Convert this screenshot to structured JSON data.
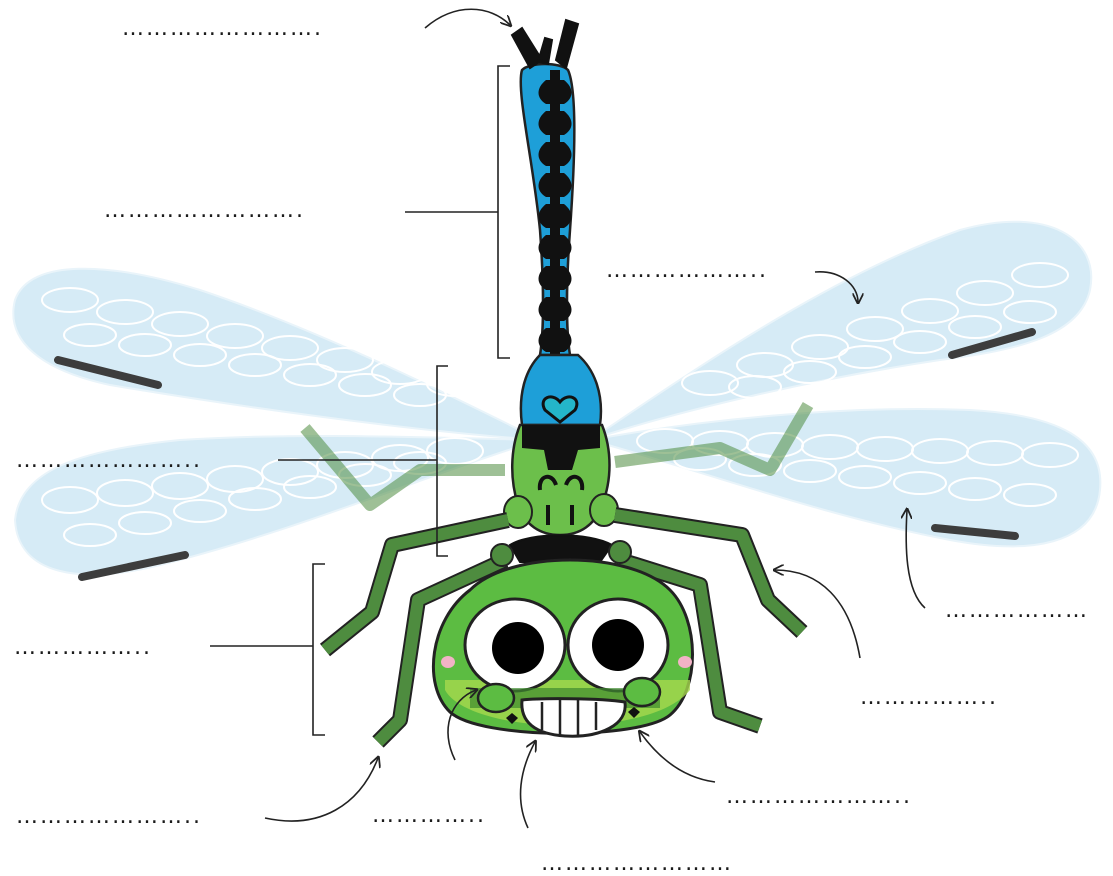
{
  "diagram": {
    "subject": "dragonfly",
    "colors": {
      "wing_fill": "#cfe8f4",
      "wing_vein": "#ffffff",
      "pterostigma": "#3d3d3d",
      "abdomen": "#1e9fd8",
      "body_dark": "#111111",
      "thorax_green": "#6cbf4b",
      "leg_green": "#4e8c3f",
      "head_green": "#5cbc42",
      "outline": "#222222",
      "leader_line": "#222222"
    },
    "labels": [
      {
        "id": "tail-appendages",
        "text": "……………………."
      },
      {
        "id": "abdomen",
        "text": "……………………."
      },
      {
        "id": "hind-wing",
        "text": "……………….."
      },
      {
        "id": "thorax",
        "text": "………………….."
      },
      {
        "id": "front-wing",
        "text": "………………"
      },
      {
        "id": "head",
        "text": "…………….."
      },
      {
        "id": "leg",
        "text": "…………….."
      },
      {
        "id": "foot",
        "text": "………………….."
      },
      {
        "id": "eye",
        "text": "………….."
      },
      {
        "id": "mouth",
        "text": "………………….."
      },
      {
        "id": "jaw",
        "text": "……………………"
      }
    ]
  }
}
